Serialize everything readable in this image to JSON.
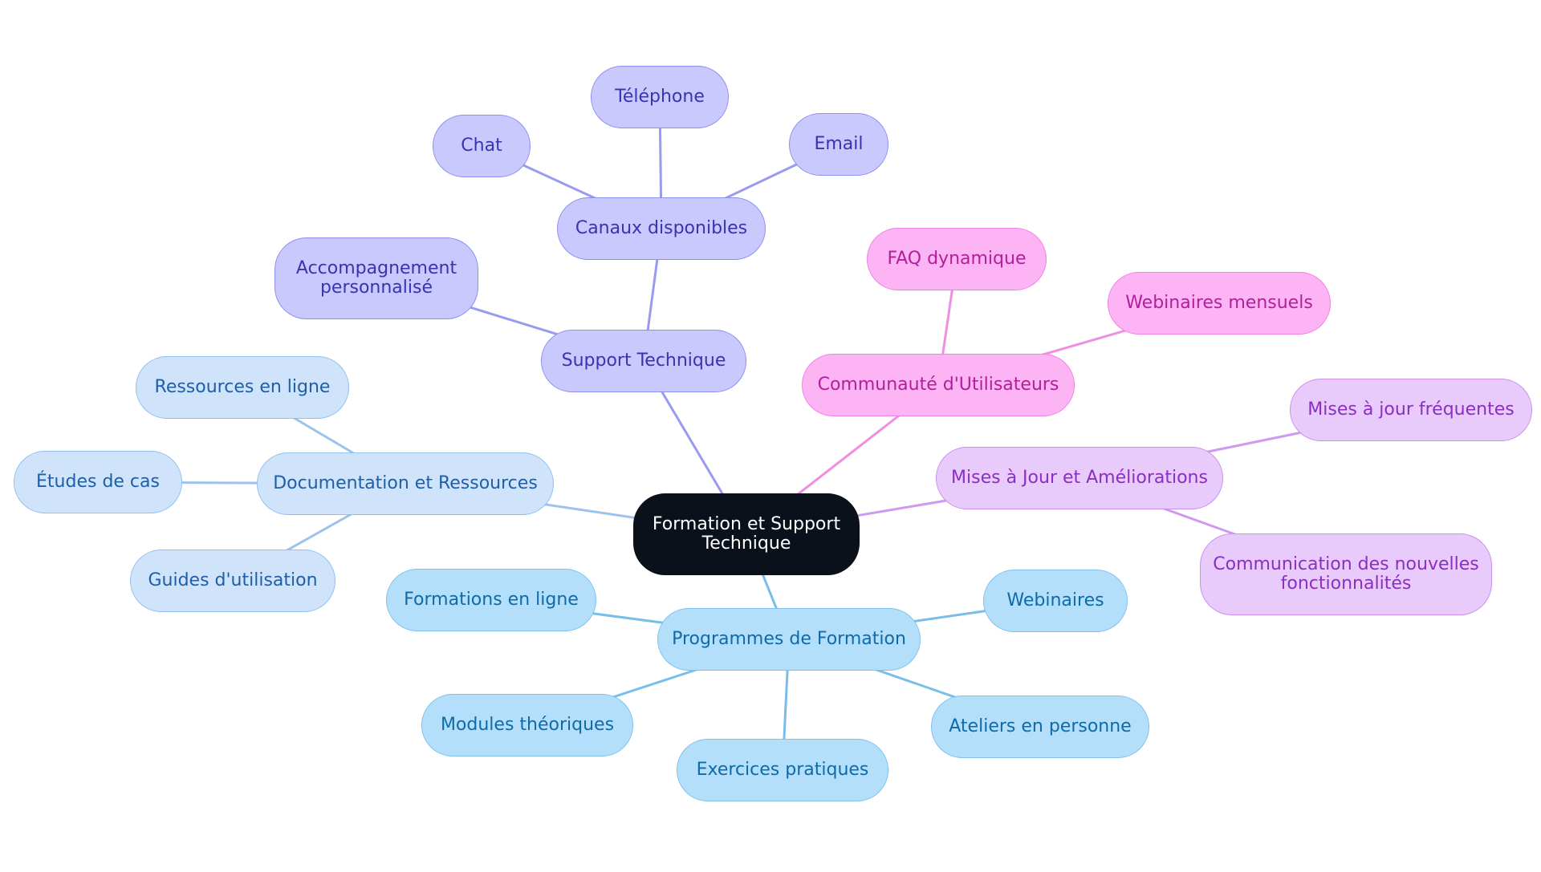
{
  "colors": {
    "root": {
      "fill": "#0b111b",
      "border": "#0b111b",
      "text": "#ffffff"
    },
    "indigo": {
      "fill": "#c9c9fd",
      "border": "#8e8ef0",
      "text": "#3a33b0",
      "edge": "#9a9aef"
    },
    "sky": {
      "fill": "#cfe3fb",
      "border": "#92bfee",
      "text": "#1e5fa8",
      "edge": "#9cc3ec"
    },
    "blue": {
      "fill": "#b3dffb",
      "border": "#7fc1ef",
      "text": "#0f6aa8",
      "edge": "#79bde9"
    },
    "pink": {
      "fill": "#fdb4f4",
      "border": "#f080e0",
      "text": "#b1209a",
      "edge": "#ee8fe0"
    },
    "violet": {
      "fill": "#e8cafb",
      "border": "#c990ef",
      "text": "#8a2fc0",
      "edge": "#cf99ef"
    }
  },
  "nodes": [
    {
      "id": "root",
      "label": "Formation et Support\nTechnique",
      "theme": "root"
    },
    {
      "id": "support",
      "label": "Support Technique",
      "theme": "indigo"
    },
    {
      "id": "canaux",
      "label": "Canaux disponibles",
      "theme": "indigo"
    },
    {
      "id": "telephone",
      "label": "Téléphone",
      "theme": "indigo"
    },
    {
      "id": "chat",
      "label": "Chat",
      "theme": "indigo"
    },
    {
      "id": "email",
      "label": "Email",
      "theme": "indigo"
    },
    {
      "id": "accompagnement",
      "label": "Accompagnement\npersonnalisé",
      "theme": "indigo"
    },
    {
      "id": "documentation",
      "label": "Documentation et Ressources",
      "theme": "sky"
    },
    {
      "id": "ressources",
      "label": "Ressources en ligne",
      "theme": "sky"
    },
    {
      "id": "etudes",
      "label": "Études de cas",
      "theme": "sky"
    },
    {
      "id": "guides",
      "label": "Guides d'utilisation",
      "theme": "sky"
    },
    {
      "id": "programmes",
      "label": "Programmes de Formation",
      "theme": "blue"
    },
    {
      "id": "formations",
      "label": "Formations en ligne",
      "theme": "blue"
    },
    {
      "id": "webinaires",
      "label": "Webinaires",
      "theme": "blue"
    },
    {
      "id": "modules",
      "label": "Modules théoriques",
      "theme": "blue"
    },
    {
      "id": "exercices",
      "label": "Exercices pratiques",
      "theme": "blue"
    },
    {
      "id": "ateliers",
      "label": "Ateliers en personne",
      "theme": "blue"
    },
    {
      "id": "communaute",
      "label": "Communauté d'Utilisateurs",
      "theme": "pink"
    },
    {
      "id": "faq",
      "label": "FAQ dynamique",
      "theme": "pink"
    },
    {
      "id": "webmensuels",
      "label": "Webinaires mensuels",
      "theme": "pink"
    },
    {
      "id": "misesajour",
      "label": "Mises à Jour et Améliorations",
      "theme": "violet"
    },
    {
      "id": "frequentes",
      "label": "Mises à jour fréquentes",
      "theme": "violet"
    },
    {
      "id": "communication",
      "label": "Communication des nouvelles\nfonctionnalités",
      "theme": "violet"
    }
  ],
  "edges": [
    {
      "from": "root",
      "to": "support",
      "theme": "indigo"
    },
    {
      "from": "support",
      "to": "canaux",
      "theme": "indigo"
    },
    {
      "from": "canaux",
      "to": "telephone",
      "theme": "indigo"
    },
    {
      "from": "canaux",
      "to": "chat",
      "theme": "indigo"
    },
    {
      "from": "canaux",
      "to": "email",
      "theme": "indigo"
    },
    {
      "from": "support",
      "to": "accompagnement",
      "theme": "indigo"
    },
    {
      "from": "root",
      "to": "documentation",
      "theme": "sky"
    },
    {
      "from": "documentation",
      "to": "ressources",
      "theme": "sky"
    },
    {
      "from": "documentation",
      "to": "etudes",
      "theme": "sky"
    },
    {
      "from": "documentation",
      "to": "guides",
      "theme": "sky"
    },
    {
      "from": "root",
      "to": "programmes",
      "theme": "blue"
    },
    {
      "from": "programmes",
      "to": "formations",
      "theme": "blue"
    },
    {
      "from": "programmes",
      "to": "webinaires",
      "theme": "blue"
    },
    {
      "from": "programmes",
      "to": "modules",
      "theme": "blue"
    },
    {
      "from": "programmes",
      "to": "exercices",
      "theme": "blue"
    },
    {
      "from": "programmes",
      "to": "ateliers",
      "theme": "blue"
    },
    {
      "from": "root",
      "to": "communaute",
      "theme": "pink"
    },
    {
      "from": "communaute",
      "to": "faq",
      "theme": "pink"
    },
    {
      "from": "communaute",
      "to": "webmensuels",
      "theme": "pink"
    },
    {
      "from": "root",
      "to": "misesajour",
      "theme": "violet"
    },
    {
      "from": "misesajour",
      "to": "frequentes",
      "theme": "violet"
    },
    {
      "from": "misesajour",
      "to": "communication",
      "theme": "violet"
    }
  ]
}
